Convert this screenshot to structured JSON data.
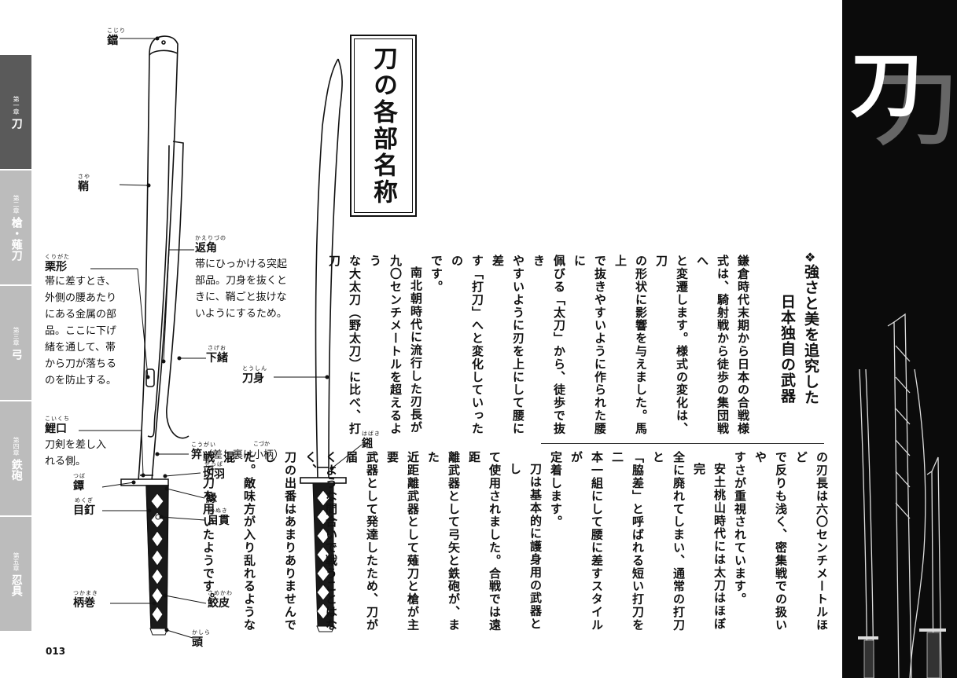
{
  "tabs": [
    {
      "chapter": "第一章",
      "name": "刀",
      "active": true
    },
    {
      "chapter": "第二章",
      "name": "槍・薙刀",
      "active": false
    },
    {
      "chapter": "第三章",
      "name": "弓",
      "active": false
    },
    {
      "chapter": "第四章",
      "name": "鉄砲",
      "active": false
    },
    {
      "chapter": "第五章",
      "name": "忍具",
      "active": false
    }
  ],
  "page_number": "013",
  "title": "刀の各部名称",
  "labels": {
    "kojiri": {
      "ruby": "こじり",
      "text": "鐺"
    },
    "saya": {
      "ruby": "さや",
      "text": "鞘"
    },
    "kaerizuno": {
      "ruby": "かえりづの",
      "text": "返角",
      "desc": [
        "帯にひっかける突起",
        "部品。刀身を抜くと",
        "きに、鞘ごと抜けな",
        "いようにするため。"
      ]
    },
    "kurigata": {
      "ruby": "くりがた",
      "text": "栗形",
      "desc": [
        "帯に差すとき、",
        "外側の腰あたり",
        "にある金属の部",
        "品。ここに下げ",
        "緒を通して、帯",
        "から刀が落ちる",
        "のを防止する。"
      ]
    },
    "sageo": {
      "ruby": "さげお",
      "text": "下緒"
    },
    "toshin": {
      "ruby": "とうしん",
      "text": "刀身"
    },
    "koikuchi": {
      "ruby": "こいくち",
      "text": "鯉口",
      "desc": [
        "刀剣を差し入",
        "れる側。"
      ]
    },
    "kogai": {
      "ruby": "こうがい",
      "text": "笄",
      "paren": "（差し裏は",
      "kozuka_ruby": "こづか",
      "kozuka": "小柄",
      "paren_end": "）"
    },
    "habaki": {
      "ruby": "はばき",
      "text": "鎺"
    },
    "seppa": {
      "ruby": "せっぱ",
      "text": "切羽"
    },
    "tsuba": {
      "ruby": "つば",
      "text": "鐔"
    },
    "fuchi": {
      "ruby": "",
      "text": "縁"
    },
    "mekugi": {
      "ruby": "めくぎ",
      "text": "目釘"
    },
    "menuki": {
      "ruby": "めぬき",
      "text": "目貫"
    },
    "tsukamaki": {
      "ruby": "つかまき",
      "text": "柄巻"
    },
    "samegawa": {
      "ruby": "さめかわ",
      "text": "鮫皮"
    },
    "kashira": {
      "ruby": "かしら",
      "text": "頭"
    }
  },
  "article": {
    "mark": "❖",
    "heading": [
      "強さと美を追究した",
      "日本独自の武器"
    ],
    "columns_top": [
      "鎌倉時代末期から日本の合戦様",
      "式は、騎射戦から徒歩の集団戦へ",
      "と変遷します。様式の変化は、刀",
      "の形状に影響を与えました。馬上",
      "で抜きやすいように作られた腰に",
      "佩びる「太刀」から、徒歩で抜き",
      "やすいように刃を上にして腰に差",
      "す「打刀」へと変化していったの",
      "です。",
      "",
      "南北朝時代に流行した刃長が",
      "九〇センチメートルを超えるよう",
      "な大太刀（野太刀）に比べ、打刀"
    ],
    "columns_bottom": [
      "の刃長は六〇センチメートルほど",
      "で反りも浅く、密集戦での扱いや",
      "すさが重視されています。",
      "安土桃山時代には太刀はほぼ完",
      "全に廃れてしまい、通常の打刀と",
      "「脇差」と呼ばれる短い打刀を二",
      "本一組にして腰に差すスタイルが",
      "定着します。",
      "刀は基本的に護身用の武器とし",
      "て使用されました。合戦では遠距",
      "離武器として弓矢と鉄砲が、また",
      "近距離武器として薙刀と槍が主要",
      "武器として発達したため、刀が届",
      "くような間合いで戦うことはなく、",
      "刀の出番はあまりありませんでし",
      "た。敵味方が入り乱れるような混",
      "戦で刀を用いたようです。"
    ]
  },
  "panel": {
    "big_char": "刀",
    "big_char_shadow": "刀"
  }
}
